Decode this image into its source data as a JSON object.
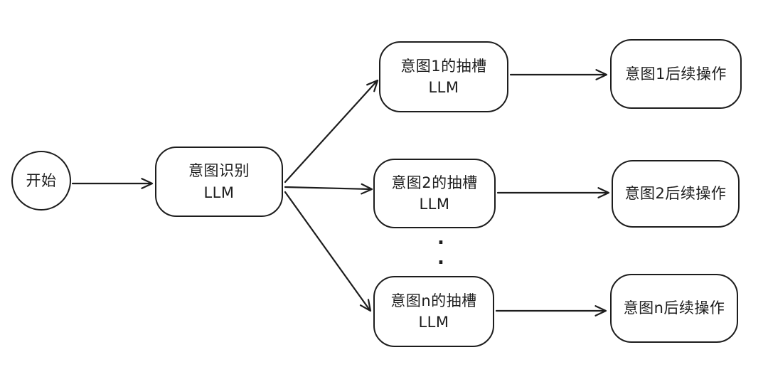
{
  "colors": {
    "background": "#ffffff",
    "stroke": "#1d1d1d",
    "text": "#1d1d1d"
  },
  "nodes": {
    "start": {
      "label": "开始"
    },
    "intent_recognition": {
      "line1": "意图识别",
      "line2": "LLM"
    },
    "slot_1": {
      "line1": "意图1的抽槽",
      "line2": "LLM"
    },
    "slot_2": {
      "line1": "意图2的抽槽",
      "line2": "LLM"
    },
    "slot_n": {
      "line1": "意图n的抽槽",
      "line2": "LLM"
    },
    "followup_1": {
      "label": "意图1后续操作"
    },
    "followup_2": {
      "label": "意图2后续操作"
    },
    "followup_n": {
      "label": "意图n后续操作"
    }
  },
  "ellipsis_dots": [
    ".",
    "."
  ]
}
